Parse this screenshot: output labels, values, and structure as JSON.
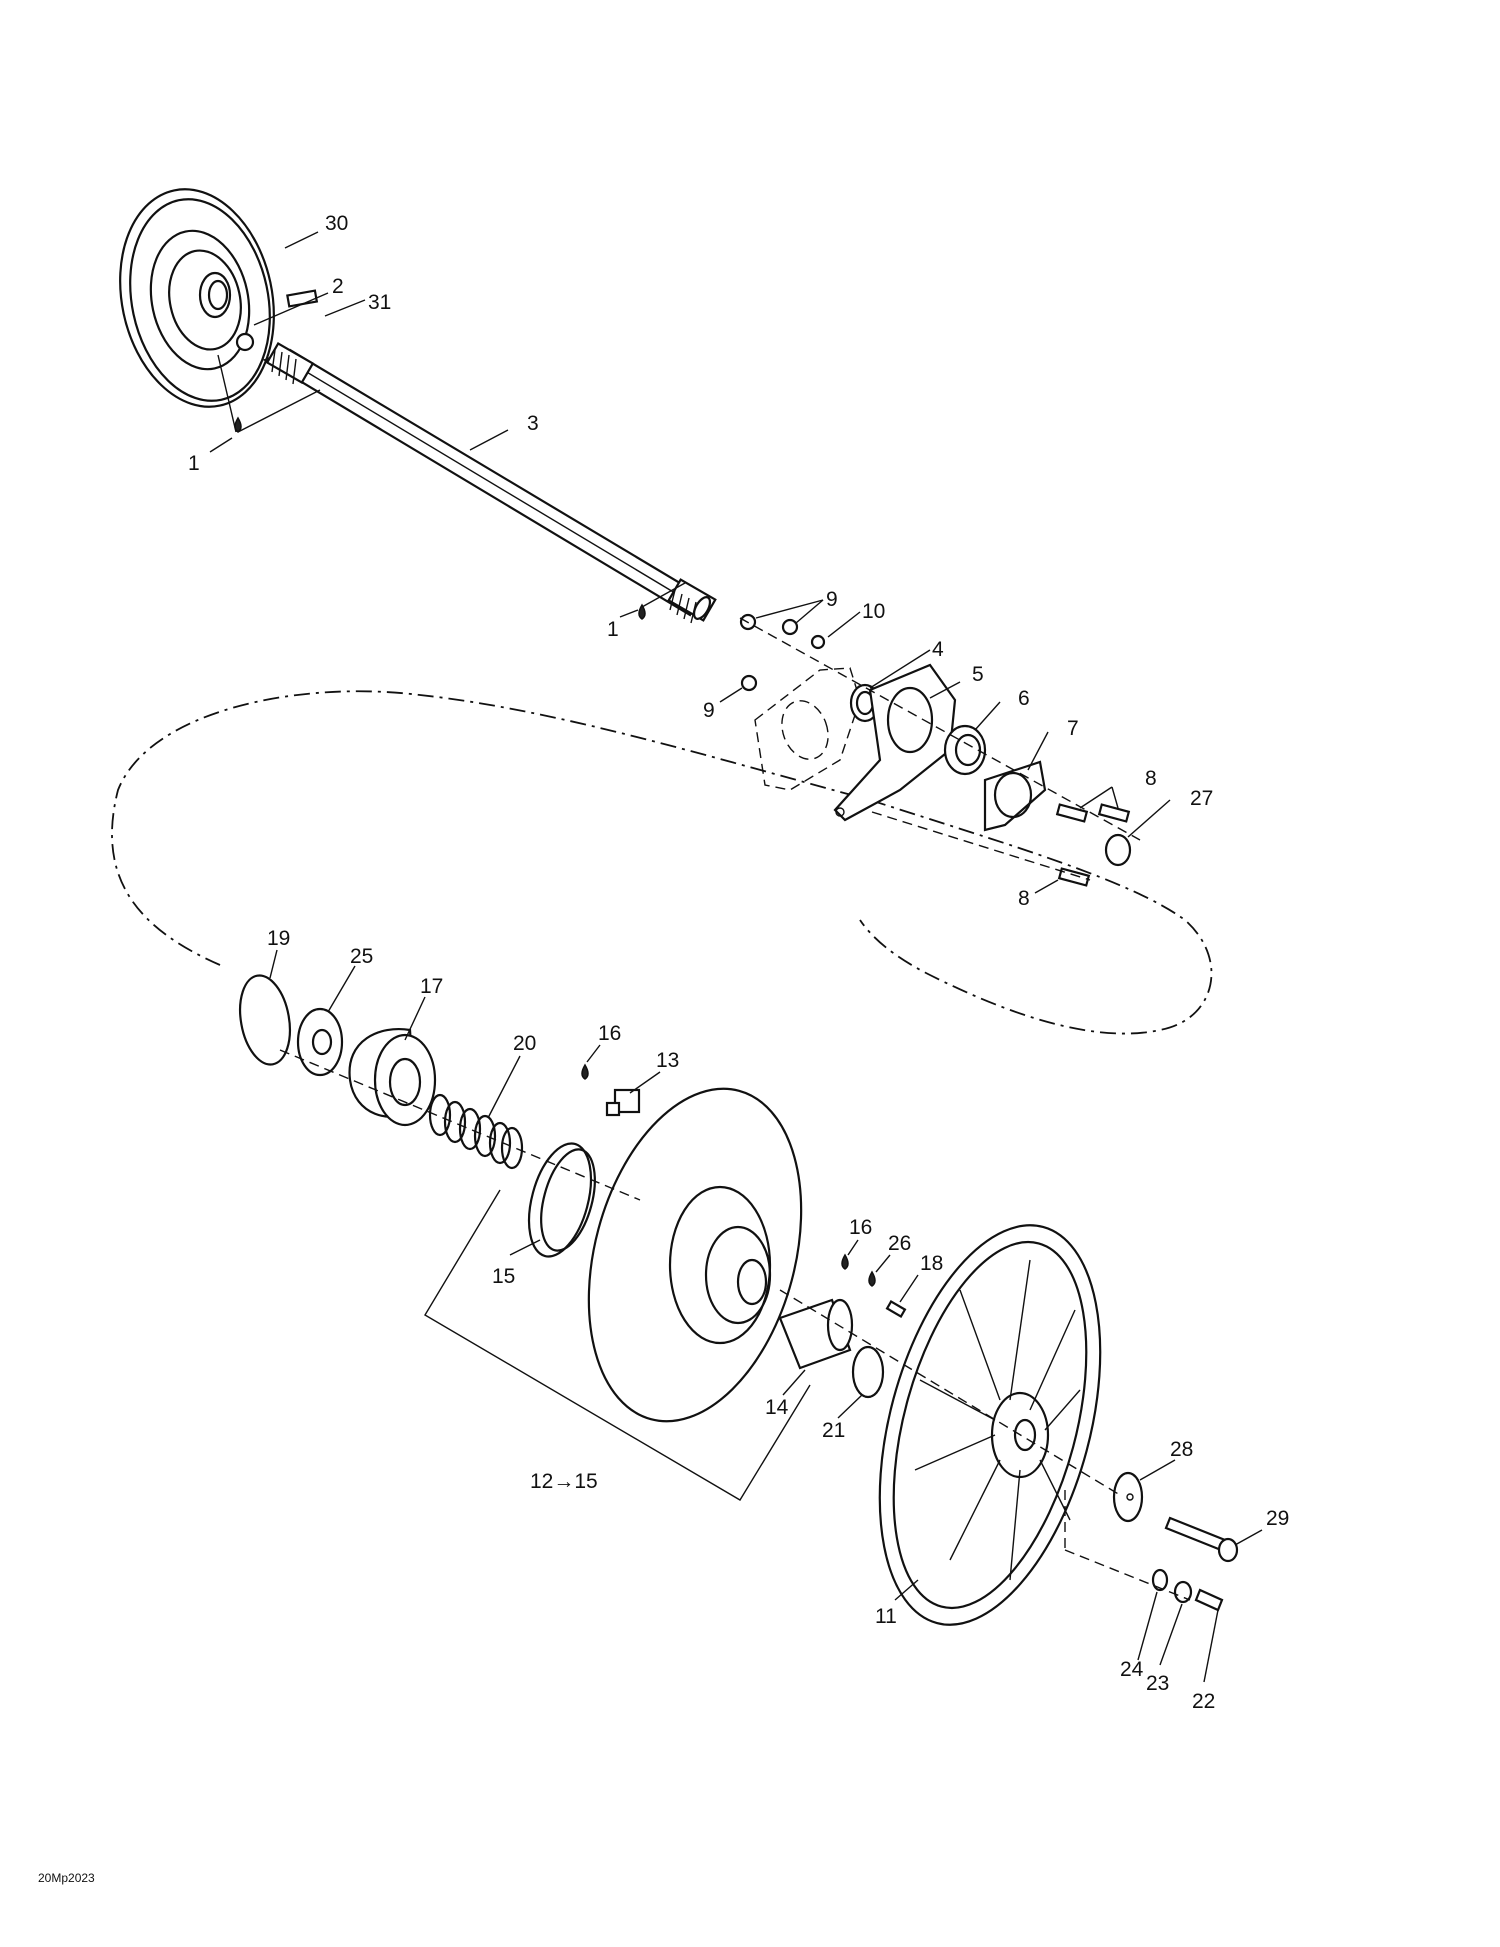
{
  "diagram": {
    "reference_code": "20Mp2023",
    "callouts": [
      {
        "id": "c30",
        "text": "30"
      },
      {
        "id": "c2",
        "text": "2"
      },
      {
        "id": "c31",
        "text": "31"
      },
      {
        "id": "c3",
        "text": "3"
      },
      {
        "id": "c1a",
        "text": "1"
      },
      {
        "id": "c1b",
        "text": "1"
      },
      {
        "id": "c9a",
        "text": "9"
      },
      {
        "id": "c10",
        "text": "10"
      },
      {
        "id": "c4",
        "text": "4"
      },
      {
        "id": "c5",
        "text": "5"
      },
      {
        "id": "c6",
        "text": "6"
      },
      {
        "id": "c7",
        "text": "7"
      },
      {
        "id": "c9b",
        "text": "9"
      },
      {
        "id": "c8a",
        "text": "8"
      },
      {
        "id": "c27",
        "text": "27"
      },
      {
        "id": "c8b",
        "text": "8"
      },
      {
        "id": "c19",
        "text": "19"
      },
      {
        "id": "c25",
        "text": "25"
      },
      {
        "id": "c17",
        "text": "17"
      },
      {
        "id": "c20",
        "text": "20"
      },
      {
        "id": "c16a",
        "text": "16"
      },
      {
        "id": "c13",
        "text": "13"
      },
      {
        "id": "c15",
        "text": "15"
      },
      {
        "id": "c16b",
        "text": "16"
      },
      {
        "id": "c26",
        "text": "26"
      },
      {
        "id": "c18",
        "text": "18"
      },
      {
        "id": "c14",
        "text": "14"
      },
      {
        "id": "c21",
        "text": "21"
      },
      {
        "id": "c12_15",
        "text": "12→15"
      },
      {
        "id": "c28",
        "text": "28"
      },
      {
        "id": "c29",
        "text": "29"
      },
      {
        "id": "c11",
        "text": "11"
      },
      {
        "id": "c24",
        "text": "24"
      },
      {
        "id": "c23",
        "text": "23"
      },
      {
        "id": "c22",
        "text": "22"
      }
    ]
  }
}
